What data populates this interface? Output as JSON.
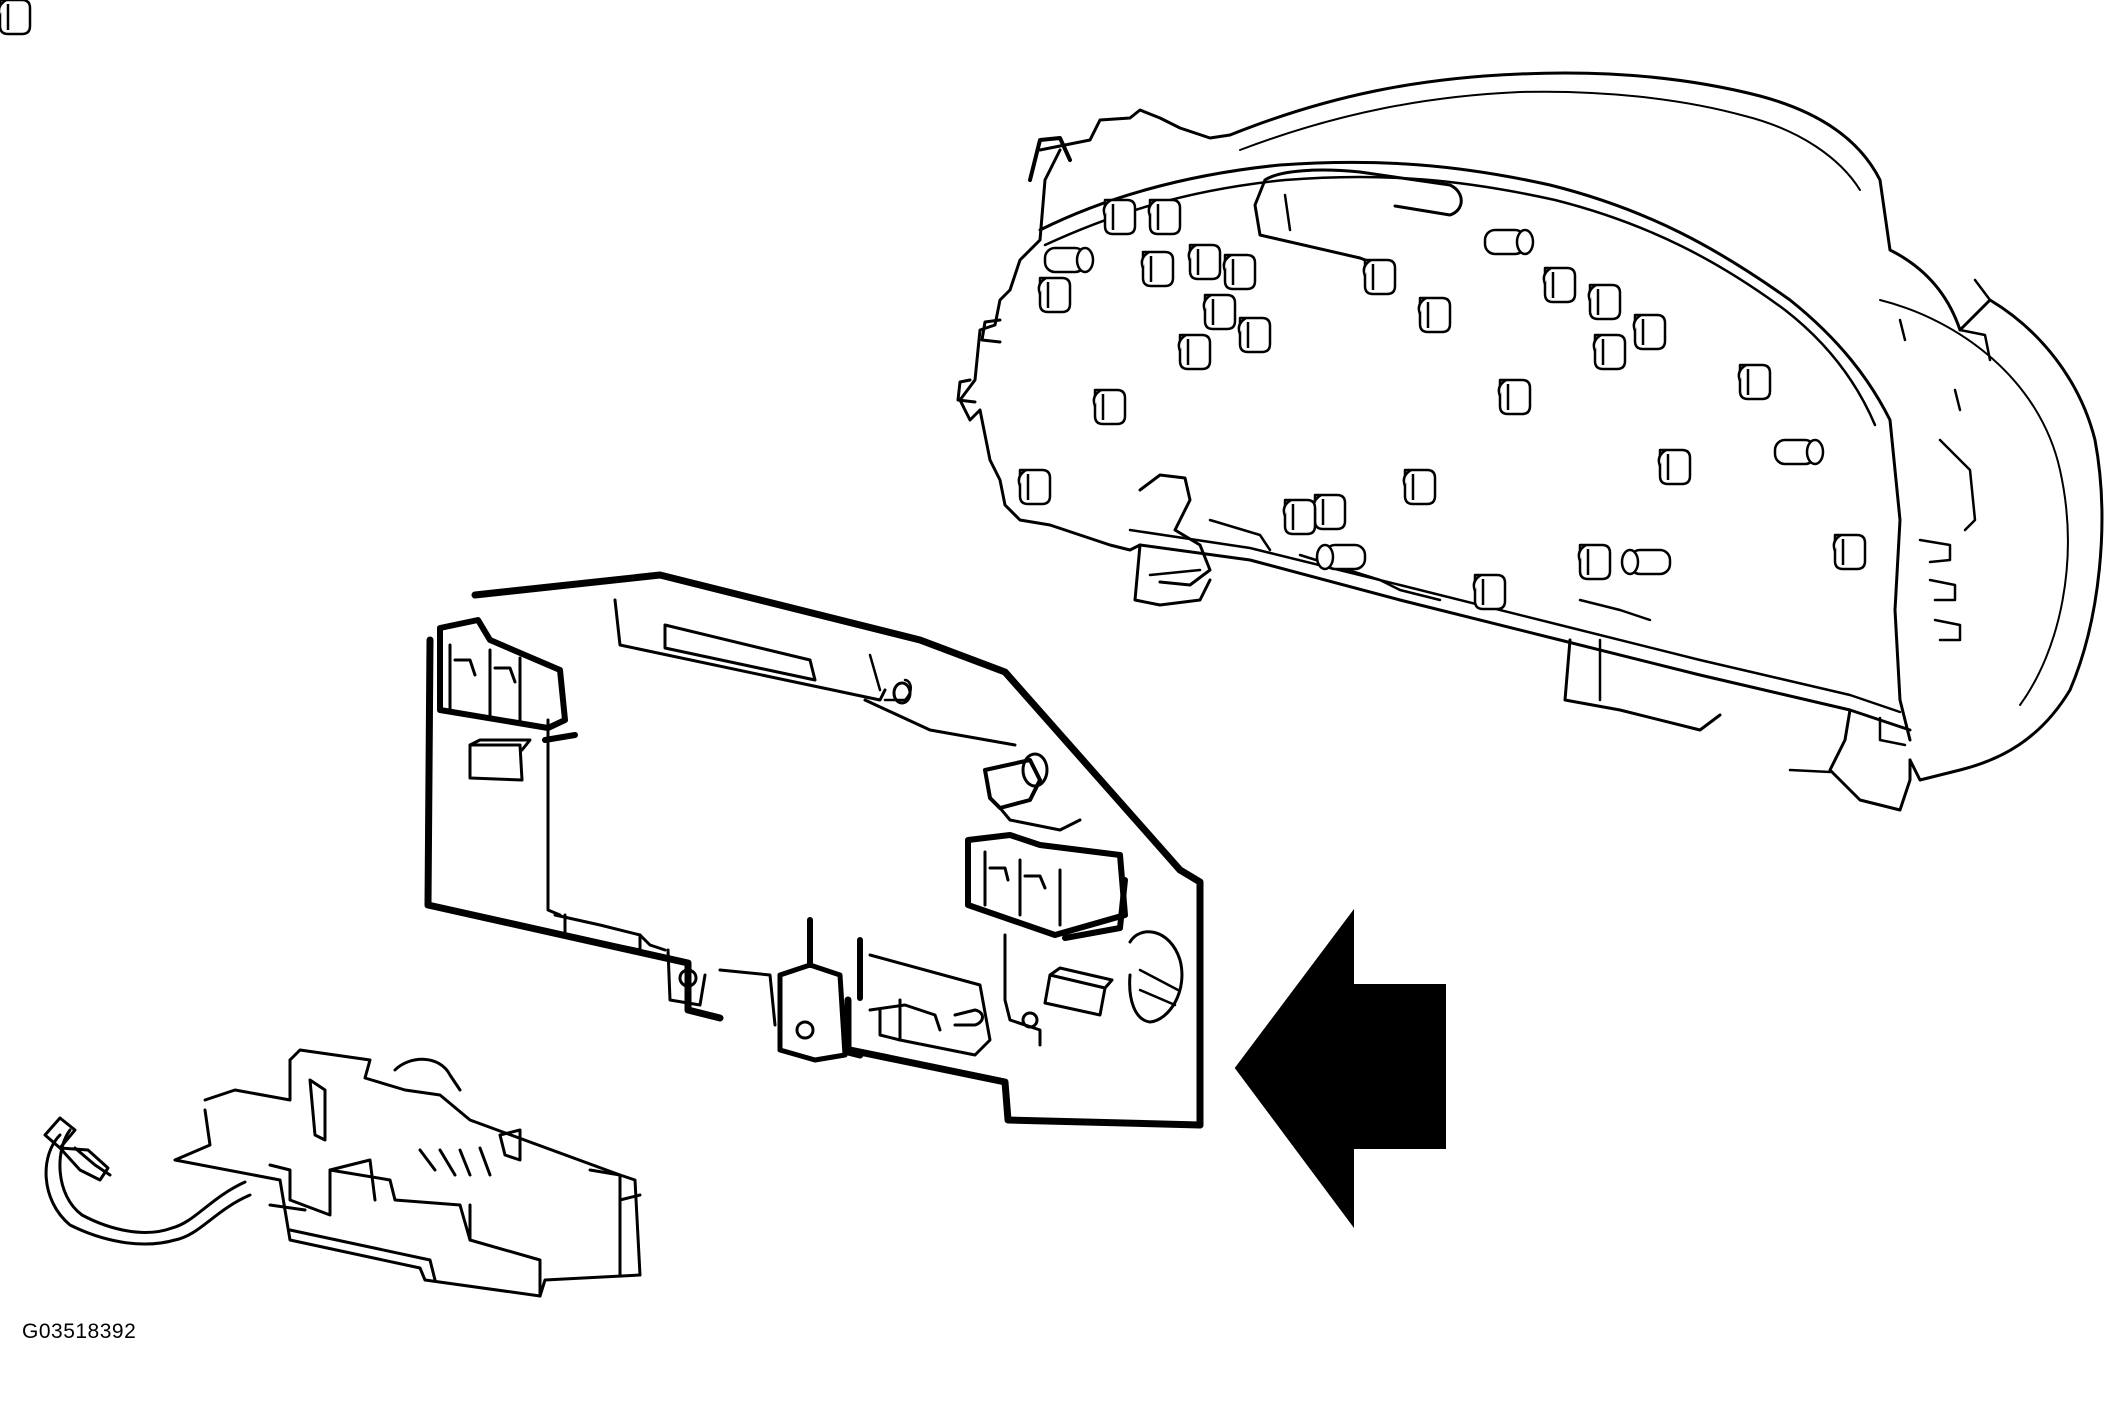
{
  "figure": {
    "id_label": "G03518392",
    "line_color": "#000000",
    "background": "#ffffff",
    "parts": [
      {
        "name": "instrument-cluster-housing",
        "icon": "cluster-housing-icon"
      },
      {
        "name": "printed-circuit-board",
        "icon": "circuit-board-icon"
      },
      {
        "name": "connector-module",
        "icon": "connector-module-icon"
      }
    ],
    "arrow": {
      "direction": "left",
      "icon": "arrow-left-icon"
    }
  }
}
